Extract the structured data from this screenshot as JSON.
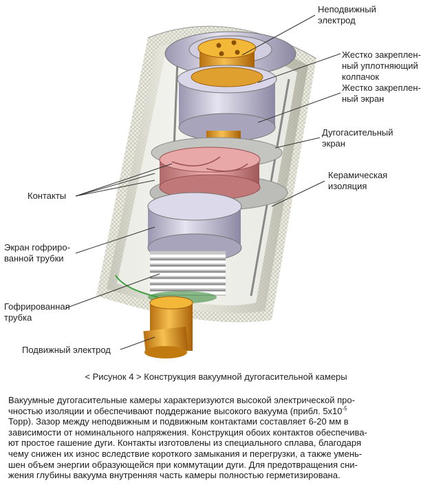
{
  "labels": {
    "fixed_electrode": [
      "Неподвижный",
      "электрод"
    ],
    "sealing_cap": [
      "Жестко закреплен-",
      "ный уплотняющий",
      "колпачок"
    ],
    "fixed_screen": [
      "Жестко закреплен-",
      "ный экран"
    ],
    "arc_screen": [
      "Дугогасительный",
      "экран"
    ],
    "ceramic": [
      "Керамическая",
      "изоляция"
    ],
    "contacts": "Контакты",
    "bellows_screen": [
      "Экран гофриро-",
      "ванной трубки"
    ],
    "bellows": [
      "Гофрированная",
      "трубка"
    ],
    "moving_electrode": "Подвижный электрод"
  },
  "caption": "< Рисунок 4 > Конструкция вакуумной дугогасительной камеры",
  "paragraph": {
    "line1": "Вакуумные дугогасительные камеры характеризуются высокой электрической про-",
    "line2": "чностью изоляции и обеспечивают поддержание высокого вакуума (прибл. 5x10",
    "exp": "-5",
    "line3": "Торр). Зазор между неподвижным и подвижным контактами составляет 6-20 мм в",
    "line4": "зависимости от номинального напряжения. Конструкция обоих контактов обеспечива-",
    "line5": "ют простое гашение дуги. Контакты изготовлены из специального сплава, благодаря",
    "line6": "чему снижен их износ вследствие короткого замыкания и перегрузки, а также умень-",
    "line7": "шен объем энергии образующейся при коммутации дуги. Для предотвращения сни-",
    "line8": "жения глубины вакуума внутренняя часть камеры полностью герметизирована."
  },
  "colors": {
    "ceramic": "#d8d8c8",
    "metal": "#c8c4d8",
    "copper": "#e0a030",
    "contact": "#d89090",
    "green": "#40a040"
  }
}
